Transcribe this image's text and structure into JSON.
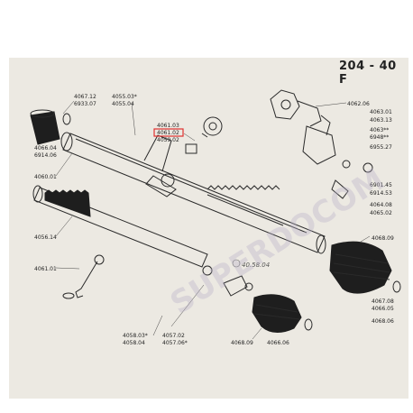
{
  "title": "204 - 40 F",
  "watermark": "SUPERDOCOM",
  "handwritten_note": "40.58.04",
  "highlight_color": "#e03030",
  "part_labels": [
    "4067.12",
    "6933.07",
    "4055.03*",
    "4055.04",
    "4061.03",
    "4061.02",
    "4059.02",
    "4062.06",
    "4063.01",
    "4063.13",
    "4063**",
    "6948**",
    "6955.27",
    "6901.45",
    "6914.53",
    "4064.08",
    "4065.02",
    "4066.04",
    "6914.06",
    "4060.01",
    "4056.14",
    "4061.01",
    "4068.09",
    "4067.08",
    "4066.05",
    "4068.06",
    "4058.03*",
    "4058.04",
    "4057.02",
    "4057.06*",
    "4068.09",
    "4066.06"
  ]
}
